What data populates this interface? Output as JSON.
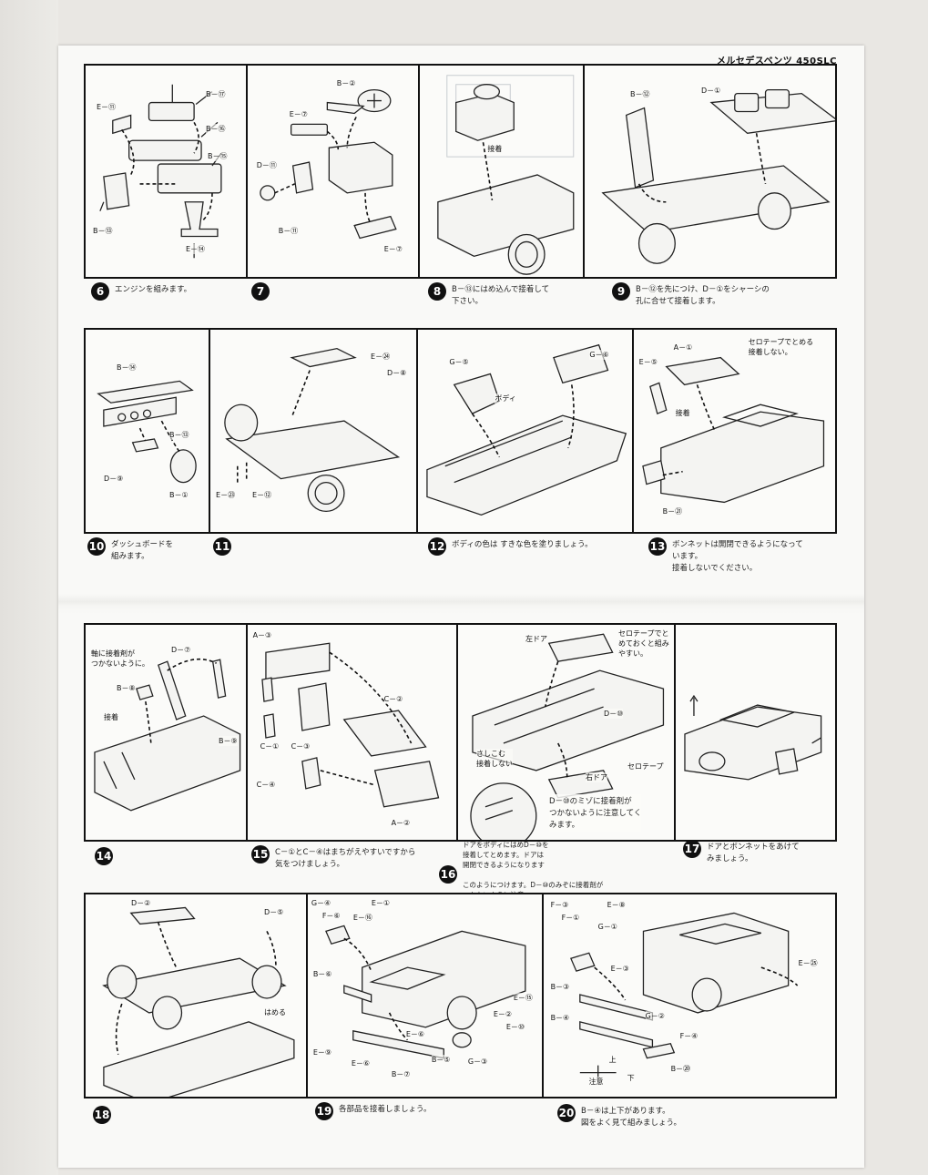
{
  "header": {
    "title": "メルセデスベンツ 450SLC"
  },
  "rows": [
    {
      "panels": [
        {
          "labels": [
            "E－⑪",
            "B－⑰",
            "B－⑯",
            "B－⑮",
            "B－⑬",
            "E－⑭"
          ]
        },
        {
          "labels": [
            "B－②",
            "E－⑦",
            "D－⑪",
            "B－⑪",
            "E－⑦"
          ]
        },
        {
          "labels": [
            "接着"
          ]
        },
        {
          "labels": [
            "B－⑫",
            "D－①"
          ]
        }
      ],
      "captions": [
        {
          "num": "6",
          "text": "エンジンを組みます。"
        },
        {
          "num": "7",
          "text": ""
        },
        {
          "num": "8",
          "text": "B－⑬にはめ込んで接着して\n下さい。"
        },
        {
          "num": "9",
          "text": "B－⑫を先につけ、D－①をシャーシの\n孔に合せて接着します。"
        }
      ]
    },
    {
      "panels": [
        {
          "labels": [
            "B－⑭",
            "B－⑬",
            "D－⑨",
            "B－①"
          ]
        },
        {
          "labels": [
            "E－㉔",
            "D－⑧",
            "E－㉓",
            "E－⑫"
          ]
        },
        {
          "labels": [
            "G－⑤",
            "G－⑥",
            "ボディ"
          ]
        },
        {
          "labels": [
            "A－①",
            "セロテープでとめる\n接着しない。",
            "E－⑤",
            "接着",
            "B－㉑"
          ]
        }
      ],
      "captions": [
        {
          "num": "10",
          "text": "ダッシュボードを\n組みます。"
        },
        {
          "num": "11",
          "text": ""
        },
        {
          "num": "12",
          "text": "ボディの色は すきな色を塗りましょう。"
        },
        {
          "num": "13",
          "text": "ボンネットは開閉できるようになって\nいます。\n接着しないでください。"
        }
      ]
    },
    {
      "panels": [
        {
          "labels": [
            "軸に接着剤が\nつかないように。",
            "D－⑦",
            "B－⑧",
            "接着",
            "B－⑨"
          ]
        },
        {
          "labels": [
            "A－③",
            "C－①",
            "C－③",
            "C－②",
            "C－④",
            "A－②"
          ]
        },
        {
          "labels": [
            "左ドア",
            "セロテープでと\nめておくと組み\nやすい。",
            "D－⑩",
            "さしこむ\n接着しない",
            "右ドア",
            "セロテープ"
          ]
        },
        {
          "labels": []
        }
      ],
      "captions": [
        {
          "num": "14",
          "text": ""
        },
        {
          "num": "15",
          "text": "C－①とC－④はまちがえやすいですから\n気をつけましょう。"
        },
        {
          "num": "16",
          "text": "D－⑩のミゾに接着剤が\nつかないように注意してく\nみます。"
        },
        {
          "num": "17",
          "text": "ドアとボンネットをあけて\nみましょう。"
        }
      ],
      "extra_note": "ドアをボディにはめD－⑩を\n接着してとめます。ドアは\n開閉できるようになります\n\nこのようにつけます。D－⑩のみぞに接着剤が\nつかないように注意。"
    },
    {
      "panels": [
        {
          "labels": [
            "D－②",
            "D－⑤",
            "はめる"
          ]
        },
        {
          "labels": [
            "G－④",
            "F－⑥",
            "E－①",
            "E－⑯",
            "B－⑥",
            "E－⑮",
            "E－②",
            "E－⑩",
            "E－⑥",
            "B－⑤",
            "G－③",
            "E－⑨",
            "E－⑥",
            "B－⑦"
          ]
        },
        {
          "labels": [
            "F－③",
            "F－①",
            "E－⑧",
            "G－①",
            "E－③",
            "E－㉕",
            "B－③",
            "B－④",
            "G－②",
            "F－④",
            "B－⑳",
            "上",
            "下",
            "注意"
          ]
        }
      ],
      "captions": [
        {
          "num": "18",
          "text": ""
        },
        {
          "num": "19",
          "text": "各部品を接着しましょう。"
        },
        {
          "num": "20",
          "text": "B－④は上下があります。\n図をよく見て組みましょう。"
        }
      ]
    }
  ]
}
